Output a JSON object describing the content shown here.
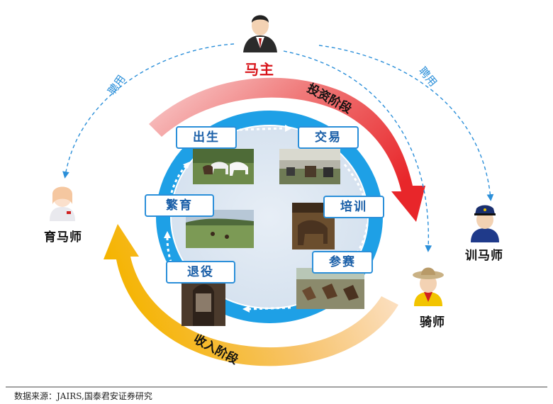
{
  "roles": {
    "owner": "马主",
    "breeder": "育马师",
    "trainer": "训马师",
    "jockey": "骑师"
  },
  "phases": {
    "investment": "投资阶段",
    "income": "收入阶段"
  },
  "hire_labels": {
    "left": "聘用",
    "right": "聘用"
  },
  "stages": {
    "birth": "出生",
    "trade": "交易",
    "train": "培训",
    "race": "参赛",
    "retire": "退役",
    "breed": "繁育"
  },
  "colors": {
    "investment_arrow": "#e8262a",
    "income_arrow": "#f5b400",
    "cycle_ring": "#1ea0e6",
    "stage_text": "#1a5fa8",
    "hire_dashed": "#2b8fd9"
  },
  "footer": {
    "source": "数据来源：JAIRS,国泰君安证券研究"
  }
}
